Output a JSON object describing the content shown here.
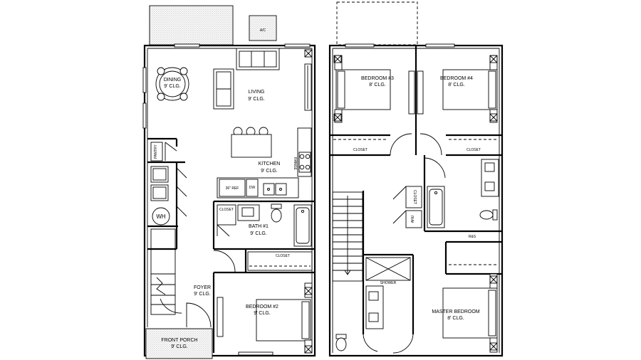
{
  "first_floor": {
    "dining": {
      "name": "DINING",
      "ceiling": "9' CLG."
    },
    "living": {
      "name": "LIVING",
      "ceiling": "9' CLG."
    },
    "kitchen": {
      "name": "KITCHEN",
      "ceiling": "9' CLG."
    },
    "pantry": "PANTRY",
    "range": "RANGE",
    "refrigerator": "36\" REF",
    "dishwasher": "DW",
    "water_heater": "WH",
    "closet_bath": "CLOSET",
    "bath1": {
      "name": "BATH #1",
      "ceiling": "9' CLG."
    },
    "closet_hall": "CLOSET",
    "foyer": {
      "name": "FOYER",
      "ceiling": "9' CLG."
    },
    "bedroom2": {
      "name": "BEDROOM #2",
      "ceiling": "9' CLG."
    },
    "front_porch": {
      "name": "FRONT PORCH",
      "ceiling": "9' CLG."
    },
    "ac": "A/C"
  },
  "second_floor": {
    "bedroom3": {
      "name": "BEDROOM #3",
      "ceiling": "8' CLG."
    },
    "bedroom4": {
      "name": "BEDROOM #4",
      "ceiling": "8' CLG."
    },
    "closet_b3": "CLOSET",
    "closet_b4": "CLOSET",
    "closet_hall": "CLOSET",
    "ahu": "AHU",
    "rs": "R&S",
    "shower": "SHOWER",
    "master_bedroom": {
      "name": "MASTER BEDROOM",
      "ceiling": "8' CLG."
    }
  }
}
